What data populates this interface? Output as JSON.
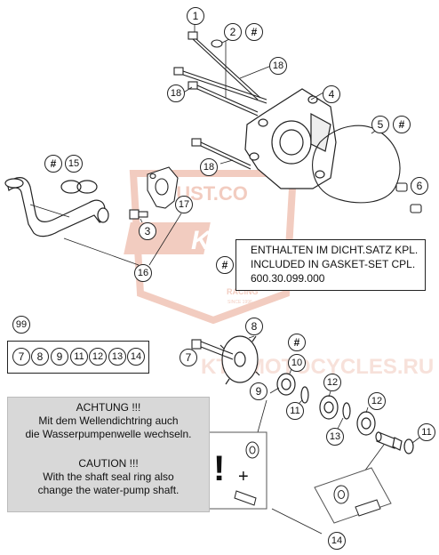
{
  "watermark": {
    "text": "KTMMOTOCYCLES.RU",
    "brand": "JUST.CO",
    "logo": "KTM",
    "racing": "RACING",
    "tag": "SINCE 1996",
    "color": "#e8a48e"
  },
  "callouts": {
    "c1": "1",
    "c2": "2",
    "c3": "3",
    "c4": "4",
    "c5": "5",
    "c6": "6",
    "c7a": "7",
    "c7b": "7",
    "c8a": "8",
    "c8b": "8",
    "c9a": "9",
    "c9b": "9",
    "c10": "10",
    "c11a": "11",
    "c11b": "11",
    "c11c": "11",
    "c12a": "12",
    "c12b": "12",
    "c12c": "12",
    "c13a": "13",
    "c13b": "13",
    "c14a": "14",
    "c14b": "14",
    "c15": "15",
    "c16": "16",
    "c17": "17",
    "c18a": "18",
    "c18b": "18",
    "c18c": "18",
    "c99": "99",
    "hash": "#"
  },
  "info": {
    "line1": "ENTHALTEN IM DICHT.SATZ KPL.",
    "line2": "INCLUDED IN GASKET-SET CPL.",
    "line3": "600.30.099.000"
  },
  "warning": {
    "de_title": "ACHTUNG !!!",
    "de_line1": "Mit dem Wellendichtring auch",
    "de_line2": "die Wasserpumpenwelle wechseln.",
    "en_title": "CAUTION !!!",
    "en_line1": "With the shaft seal ring also",
    "en_line2": "change the water-pump shaft."
  },
  "symbols": {
    "exclamation": "!",
    "plus": "+"
  }
}
